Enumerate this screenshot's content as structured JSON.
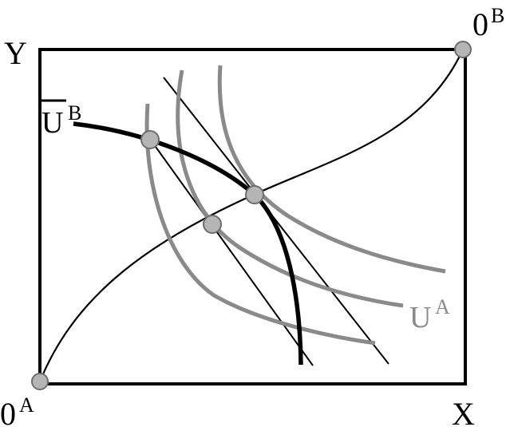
{
  "labels": {
    "y_axis": "Y",
    "x_axis": "X",
    "origin_a": "0",
    "origin_a_sup": "A",
    "origin_b": "0",
    "origin_b_sup": "B",
    "ub_bar": "U",
    "ub_sup": "B",
    "ua": "U",
    "ua_sup": "A"
  },
  "colors": {
    "frame": "#000000",
    "contract_curve": "#000000",
    "ub_curve": "#000000",
    "ua_curves": "#8a8a8a",
    "budget_lines": "#000000",
    "points_fill": "#b5b5b5",
    "points_stroke": "#6e6e6e"
  }
}
